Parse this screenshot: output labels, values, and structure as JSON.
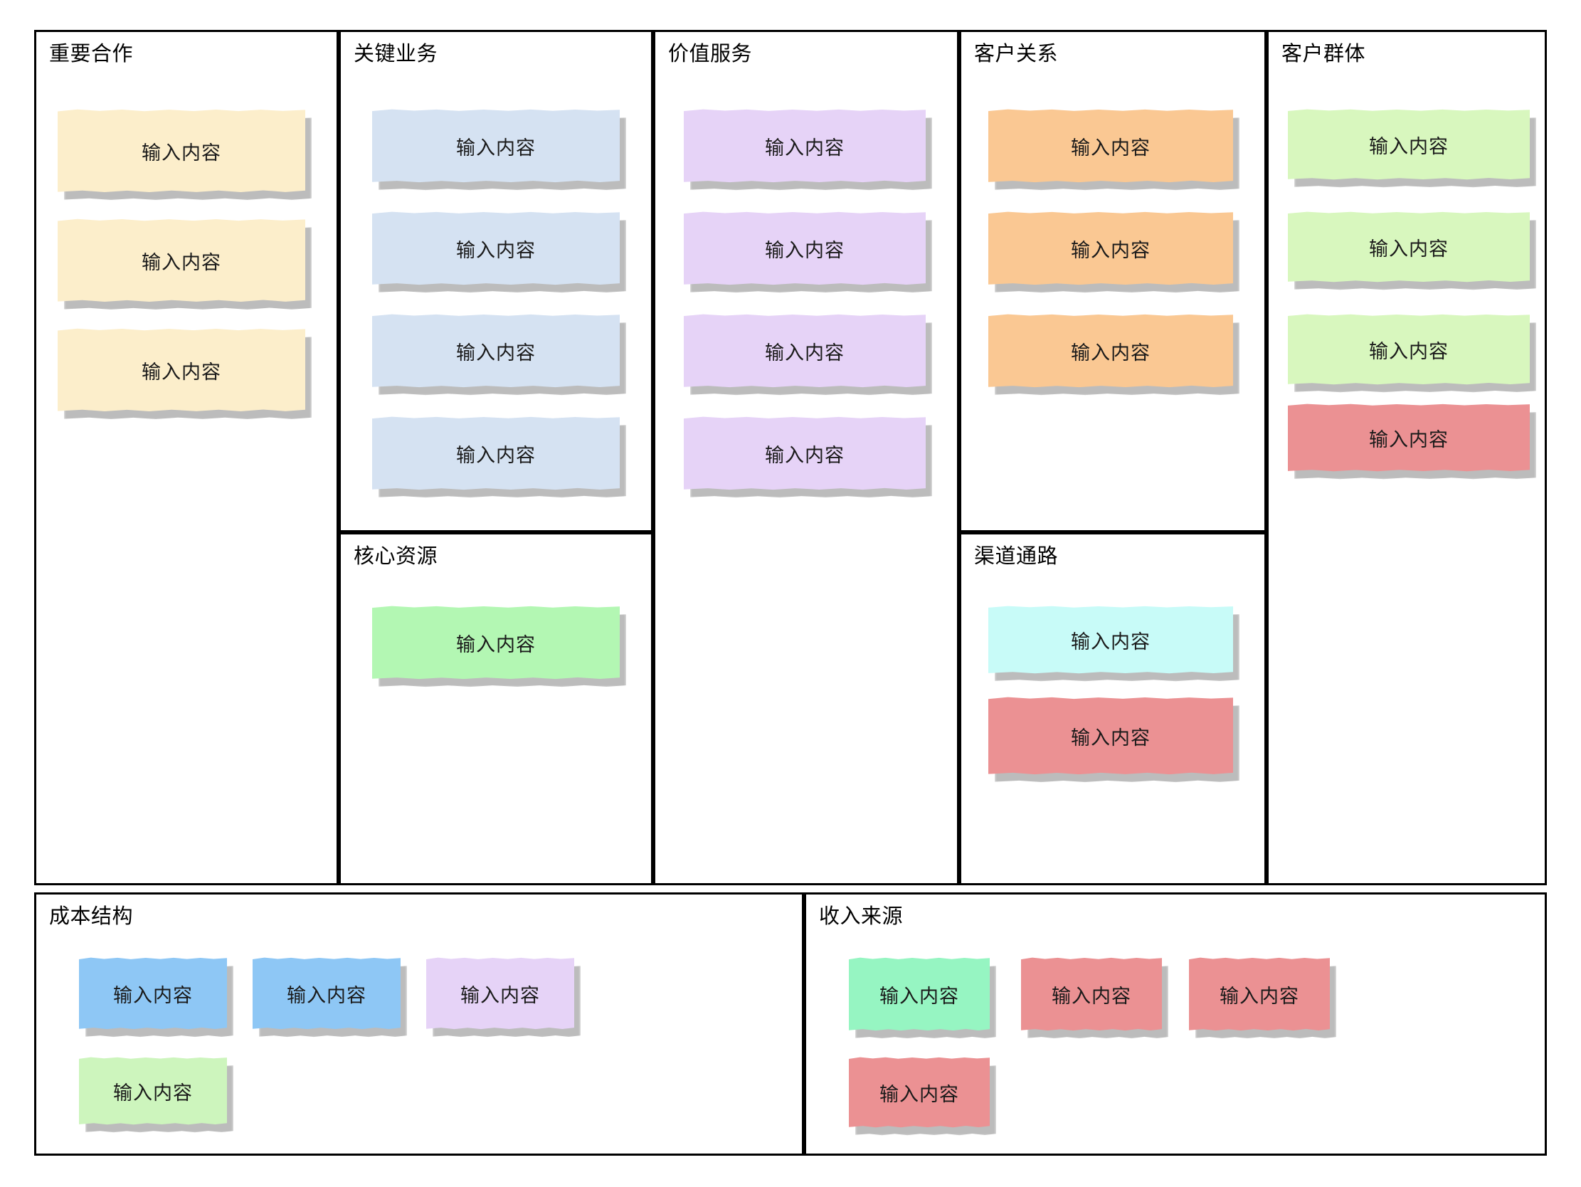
{
  "board": {
    "type": "business-model-canvas",
    "note_text": "输入内容",
    "palette": {
      "cream": "#fceecb",
      "light_blue": "#d5e2f2",
      "lavender": "#e6d3f7",
      "orange": "#fac893",
      "light_green": "#d8f7be",
      "salmon": "#eb9193",
      "mint_green": "#b3f7b3",
      "cyan": "#c8fbf8",
      "sky_blue": "#8ec7f5",
      "spring_green": "#96f5c2",
      "border": "#000000",
      "shadow": "#b3b3b3",
      "text": "#1a1a1a",
      "background": "#ffffff"
    }
  },
  "sections": {
    "key_partners": {
      "title": "重要合作",
      "notes": [
        {
          "label": "输入内容",
          "color": "#fceecb"
        },
        {
          "label": "输入内容",
          "color": "#fceecb"
        },
        {
          "label": "输入内容",
          "color": "#fceecb"
        }
      ]
    },
    "key_activities": {
      "title": "关键业务",
      "notes": [
        {
          "label": "输入内容",
          "color": "#d5e2f2"
        },
        {
          "label": "输入内容",
          "color": "#d5e2f2"
        },
        {
          "label": "输入内容",
          "color": "#d5e2f2"
        },
        {
          "label": "输入内容",
          "color": "#d5e2f2"
        }
      ]
    },
    "key_resources": {
      "title": "核心资源",
      "notes": [
        {
          "label": "输入内容",
          "color": "#b3f7b3"
        }
      ]
    },
    "value_propositions": {
      "title": "价值服务",
      "notes": [
        {
          "label": "输入内容",
          "color": "#e6d3f7"
        },
        {
          "label": "输入内容",
          "color": "#e6d3f7"
        },
        {
          "label": "输入内容",
          "color": "#e6d3f7"
        },
        {
          "label": "输入内容",
          "color": "#e6d3f7"
        }
      ]
    },
    "customer_relationships": {
      "title": "客户关系",
      "notes": [
        {
          "label": "输入内容",
          "color": "#fac893"
        },
        {
          "label": "输入内容",
          "color": "#fac893"
        },
        {
          "label": "输入内容",
          "color": "#fac893"
        }
      ]
    },
    "channels": {
      "title": "渠道通路",
      "notes": [
        {
          "label": "输入内容",
          "color": "#c8fbf8"
        },
        {
          "label": "输入内容",
          "color": "#eb9193"
        }
      ]
    },
    "customer_segments": {
      "title": "客户群体",
      "notes": [
        {
          "label": "输入内容",
          "color": "#d8f7be"
        },
        {
          "label": "输入内容",
          "color": "#d8f7be"
        },
        {
          "label": "输入内容",
          "color": "#d8f7be"
        },
        {
          "label": "输入内容",
          "color": "#eb9193"
        }
      ]
    },
    "cost_structure": {
      "title": "成本结构",
      "notes": [
        {
          "label": "输入内容",
          "color": "#8ec7f5"
        },
        {
          "label": "输入内容",
          "color": "#8ec7f5"
        },
        {
          "label": "输入内容",
          "color": "#e6d3f7"
        },
        {
          "label": "输入内容",
          "color": "#cdf5bd"
        }
      ]
    },
    "revenue_streams": {
      "title": "收入来源",
      "notes": [
        {
          "label": "输入内容",
          "color": "#96f5c2"
        },
        {
          "label": "输入内容",
          "color": "#eb9193"
        },
        {
          "label": "输入内容",
          "color": "#eb9193"
        },
        {
          "label": "输入内容",
          "color": "#eb9193"
        }
      ]
    }
  }
}
